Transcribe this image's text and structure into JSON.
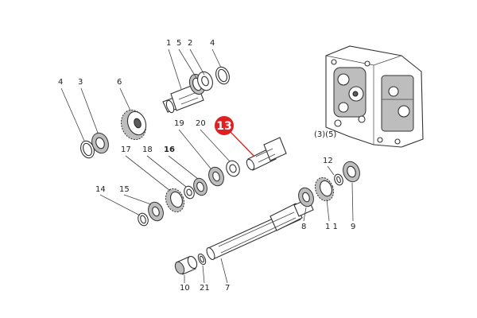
{
  "labels": {
    "l1": "1",
    "l5": "5",
    "l2": "2",
    "l4a": "4",
    "l4b": "4",
    "l3": "3",
    "l6": "6",
    "l19": "19",
    "l20": "20",
    "l13": "13",
    "l17": "17",
    "l18": "18",
    "l16": "16",
    "l14": "14",
    "l15": "15",
    "l12": "12",
    "l8": "8",
    "l11": "1 1",
    "l9": "9",
    "l10": "10",
    "l21": "21",
    "l7": "7",
    "housing": "(3)(5)"
  },
  "colors": {
    "highlight": "#e02020",
    "highlight_text": "#ffffff",
    "ink": "#333333"
  }
}
